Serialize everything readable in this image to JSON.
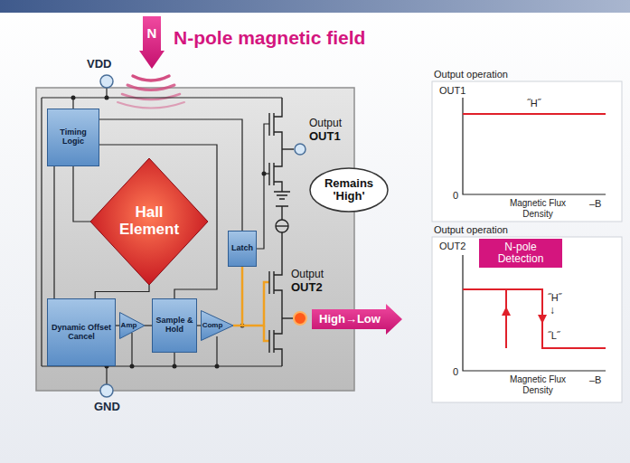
{
  "diagram": {
    "nodes": [
      {
        "text": [
          "N"
        ]
      },
      {
        "text": [
          "Timing Logic"
        ]
      },
      {
        "text": [
          "Hall Element"
        ]
      },
      {
        "text": [
          "Latch"
        ]
      },
      {
        "text": [
          "Dynamic Offset Cancel"
        ]
      },
      {
        "text": [
          "Amp"
        ]
      },
      {
        "text": [
          "Sample & Hold"
        ]
      },
      {
        "text": [
          "Comp"
        ]
      },
      {
        "text": [
          "Remains 'High'"
        ]
      },
      {
        "text": [
          "High→Low"
        ]
      },
      {
        "text": [
          "N-pole Detection"
        ]
      }
    ],
    "edges": [
      {
        "from": 1,
        "to": 2,
        "arrow": "none"
      },
      {
        "from": 2,
        "to": 4,
        "arrow": "none"
      },
      {
        "from": 4,
        "to": 5,
        "arrow": "none"
      },
      {
        "from": 5,
        "to": 6,
        "arrow": "none"
      },
      {
        "from": 6,
        "to": 7,
        "arrow": "none"
      },
      {
        "from": 7,
        "to": 3,
        "arrow": "none"
      },
      {
        "from": 1,
        "to": 3,
        "arrow": "none"
      }
    ],
    "labels": [
      "N-pole magnetic field",
      "VDD",
      "GND",
      "Output",
      "OUT1",
      "Output",
      "OUT2",
      "Output operation",
      "OUT1",
      "˝H˝",
      "0",
      "Magnetic Flux Density",
      "–B",
      "Output operation",
      "OUT2",
      "˝H˝",
      "↓",
      "˝L˝",
      "0",
      "Magnetic Flux Density",
      "–B"
    ]
  }
}
